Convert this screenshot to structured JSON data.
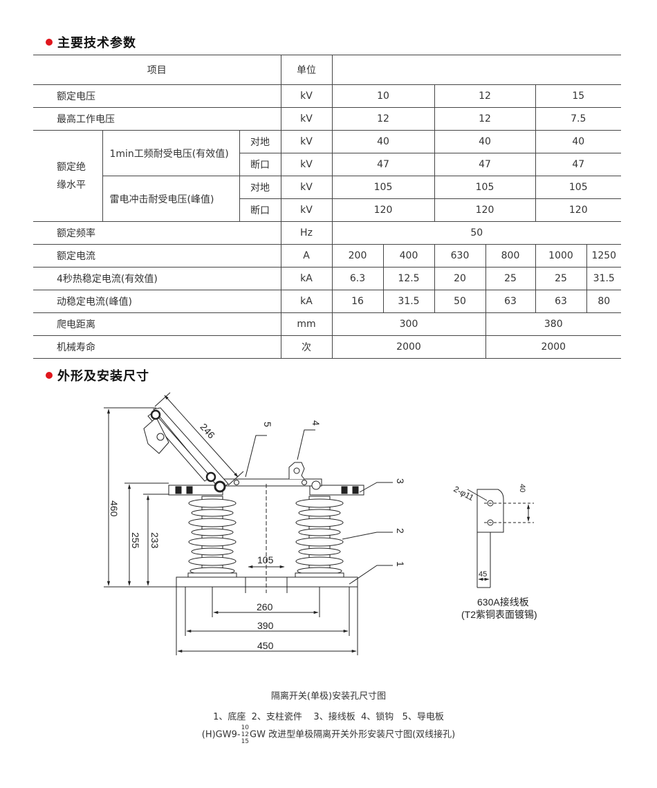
{
  "section1": {
    "title": "主要技术参数"
  },
  "section2": {
    "title": "外形及安装尺寸"
  },
  "table": {
    "header": {
      "item": "项目",
      "unit": "单位"
    },
    "rated_voltage": {
      "label": "额定电压",
      "unit": "kV",
      "values": [
        "10",
        "12",
        "15"
      ]
    },
    "max_voltage": {
      "label": "最高工作电压",
      "unit": "kV",
      "values": [
        "12",
        "12",
        "7.5"
      ]
    },
    "insulation": {
      "label_line1": "额定绝",
      "label_line2": "缘水平",
      "power_freq": {
        "label": "1min工频耐受电压(有效值)",
        "ground": {
          "label": "对地",
          "unit": "kV",
          "values": [
            "40",
            "40",
            "40"
          ]
        },
        "break": {
          "label": "断口",
          "unit": "kV",
          "values": [
            "47",
            "47",
            "47"
          ]
        }
      },
      "impulse": {
        "label": "雷电冲击耐受电压(峰值)",
        "ground": {
          "label": "对地",
          "unit": "kV",
          "values": [
            "105",
            "105",
            "105"
          ]
        },
        "break": {
          "label": "断口",
          "unit": "kV",
          "values": [
            "120",
            "120",
            "120"
          ]
        }
      }
    },
    "rated_freq": {
      "label": "额定频率",
      "unit": "Hz",
      "value": "50"
    },
    "rated_current": {
      "label": "额定电流",
      "unit": "A",
      "values": [
        "200",
        "400",
        "630",
        "800",
        "1000",
        "1250"
      ]
    },
    "thermal_current": {
      "label": "4秒热稳定电流(有效值)",
      "unit": "kA",
      "values": [
        "6.3",
        "12.5",
        "20",
        "25",
        "25",
        "31.5"
      ]
    },
    "dynamic_current": {
      "label": "动稳定电流(峰值)",
      "unit": "kA",
      "values": [
        "16",
        "31.5",
        "50",
        "63",
        "63",
        "80"
      ]
    },
    "creepage": {
      "label": "爬电距离",
      "unit": "mm",
      "values": [
        "300",
        "380"
      ]
    },
    "mech_life": {
      "label": "机械寿命",
      "unit": "次",
      "values": [
        "2000",
        "2000"
      ]
    }
  },
  "drawing": {
    "dims": {
      "d246": "246",
      "d460": "460",
      "d255": "255",
      "d233": "233",
      "d105": "105",
      "d260": "260",
      "d390": "390",
      "d450": "450",
      "d40": "40",
      "d45": "45",
      "hole": "2-φ11"
    },
    "parts": {
      "p1": "1",
      "p2": "2",
      "p3": "3",
      "p4": "4",
      "p5": "5"
    },
    "plate_caption_line1": "630A接线板",
    "plate_caption_line2": "(T2紫铜表面镀锡)"
  },
  "captions": {
    "title": "隔离开关(单极)安装孔尺寸图",
    "legend": "1、底座  2、支柱瓷件    3、接线板  4、锁钩   5、导电板",
    "model_prefix": "(H)GW9-",
    "model_frac_top": "10",
    "model_frac_mid": "12",
    "model_frac_bottom": "15",
    "model_suffix": "GW 改进型单极隔离开关外形安装尺寸图(双线接孔)"
  }
}
